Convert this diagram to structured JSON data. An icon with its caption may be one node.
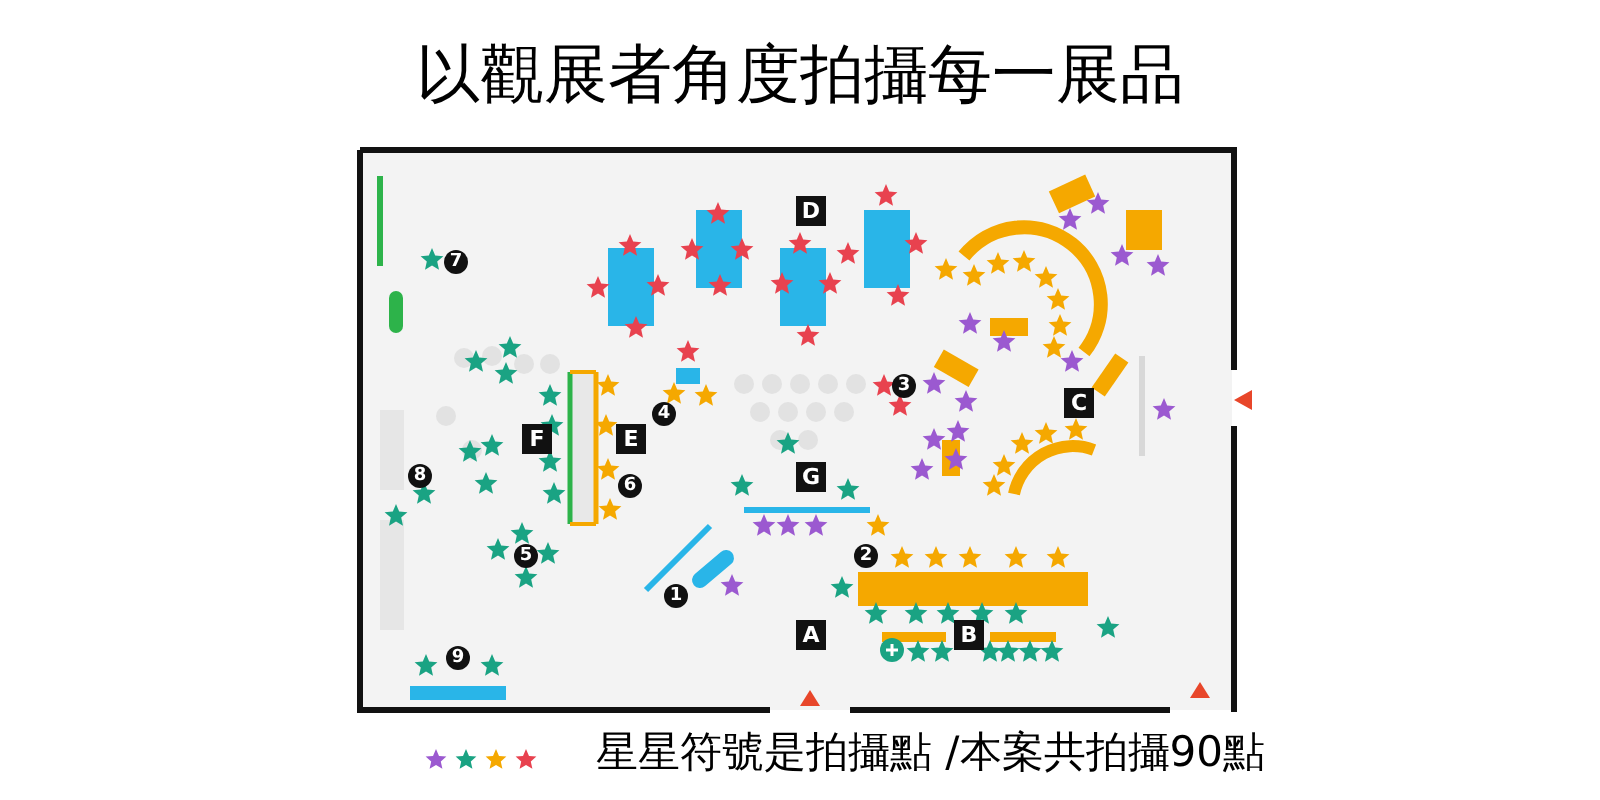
{
  "diagram": {
    "title": "以觀展者角度拍攝每一展品",
    "labels": [
      "D",
      "7",
      "3",
      "4",
      "C",
      "F",
      "E",
      "6",
      "G",
      "8",
      "2",
      "5",
      "1",
      "A",
      "B",
      "9",
      "星星符號是拍攝點 /本案共拍攝90點"
    ]
  }
}
